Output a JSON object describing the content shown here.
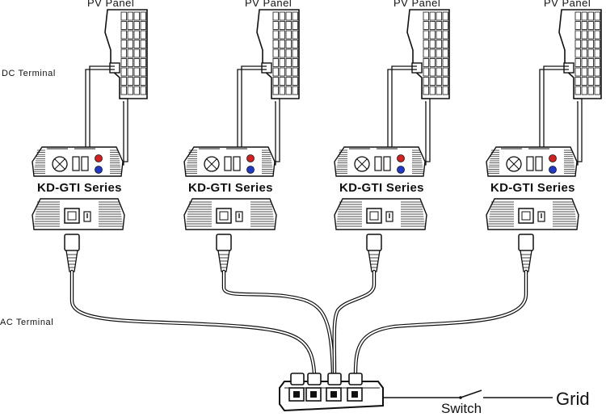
{
  "labels": {
    "dc_terminal": "DC Terminal",
    "ac_terminal": "AC Terminal",
    "switch": "Switch",
    "grid": "Grid"
  },
  "units": [
    {
      "panel_label": "PV Panel",
      "series_label": "KD-GTI Series"
    },
    {
      "panel_label": "PV Panel",
      "series_label": "KD-GTI Series"
    },
    {
      "panel_label": "PV Panel",
      "series_label": "KD-GTI Series"
    },
    {
      "panel_label": "PV Panel",
      "series_label": "KD-GTI Series"
    }
  ],
  "colors": {
    "line": "#111111",
    "positive_terminal": "#d42020",
    "negative_terminal": "#2038c8"
  }
}
